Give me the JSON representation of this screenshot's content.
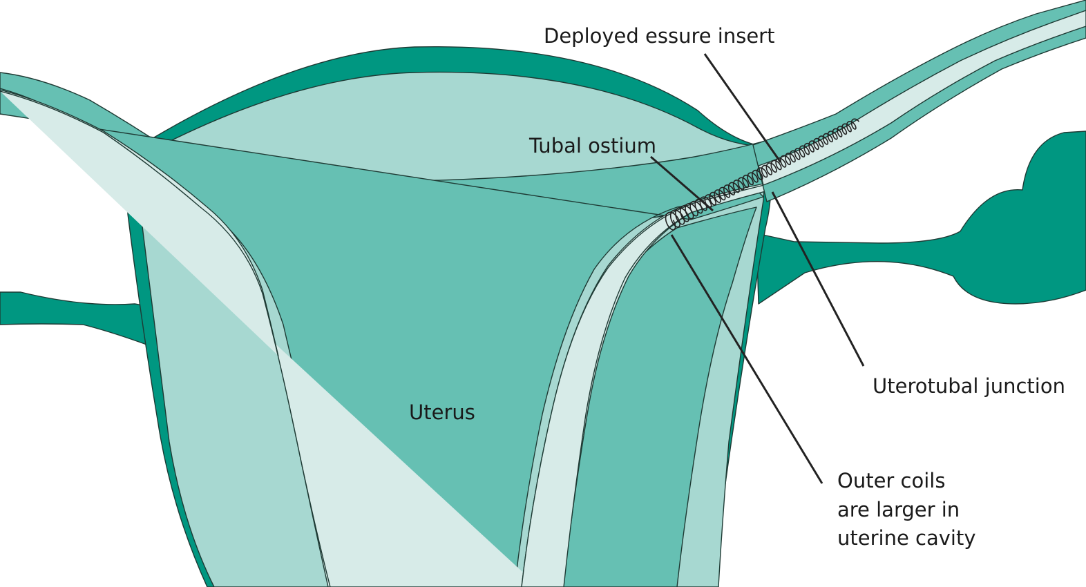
{
  "colors": {
    "dark_wall": "#009781",
    "mid_layer": "#66c0b3",
    "light_layer": "#a7d8d1",
    "cavity": "#d7ebe8",
    "outline": "#1e3a34",
    "leader": "#222222"
  },
  "labels": {
    "deployed_insert": "Deployed essure insert",
    "tubal_ostium": "Tubal ostium",
    "uterotubal_junction": "Uterotubal junction",
    "uterus": "Uterus",
    "outer_coils": [
      "Outer coils",
      "are larger in",
      "uterine cavity"
    ]
  }
}
